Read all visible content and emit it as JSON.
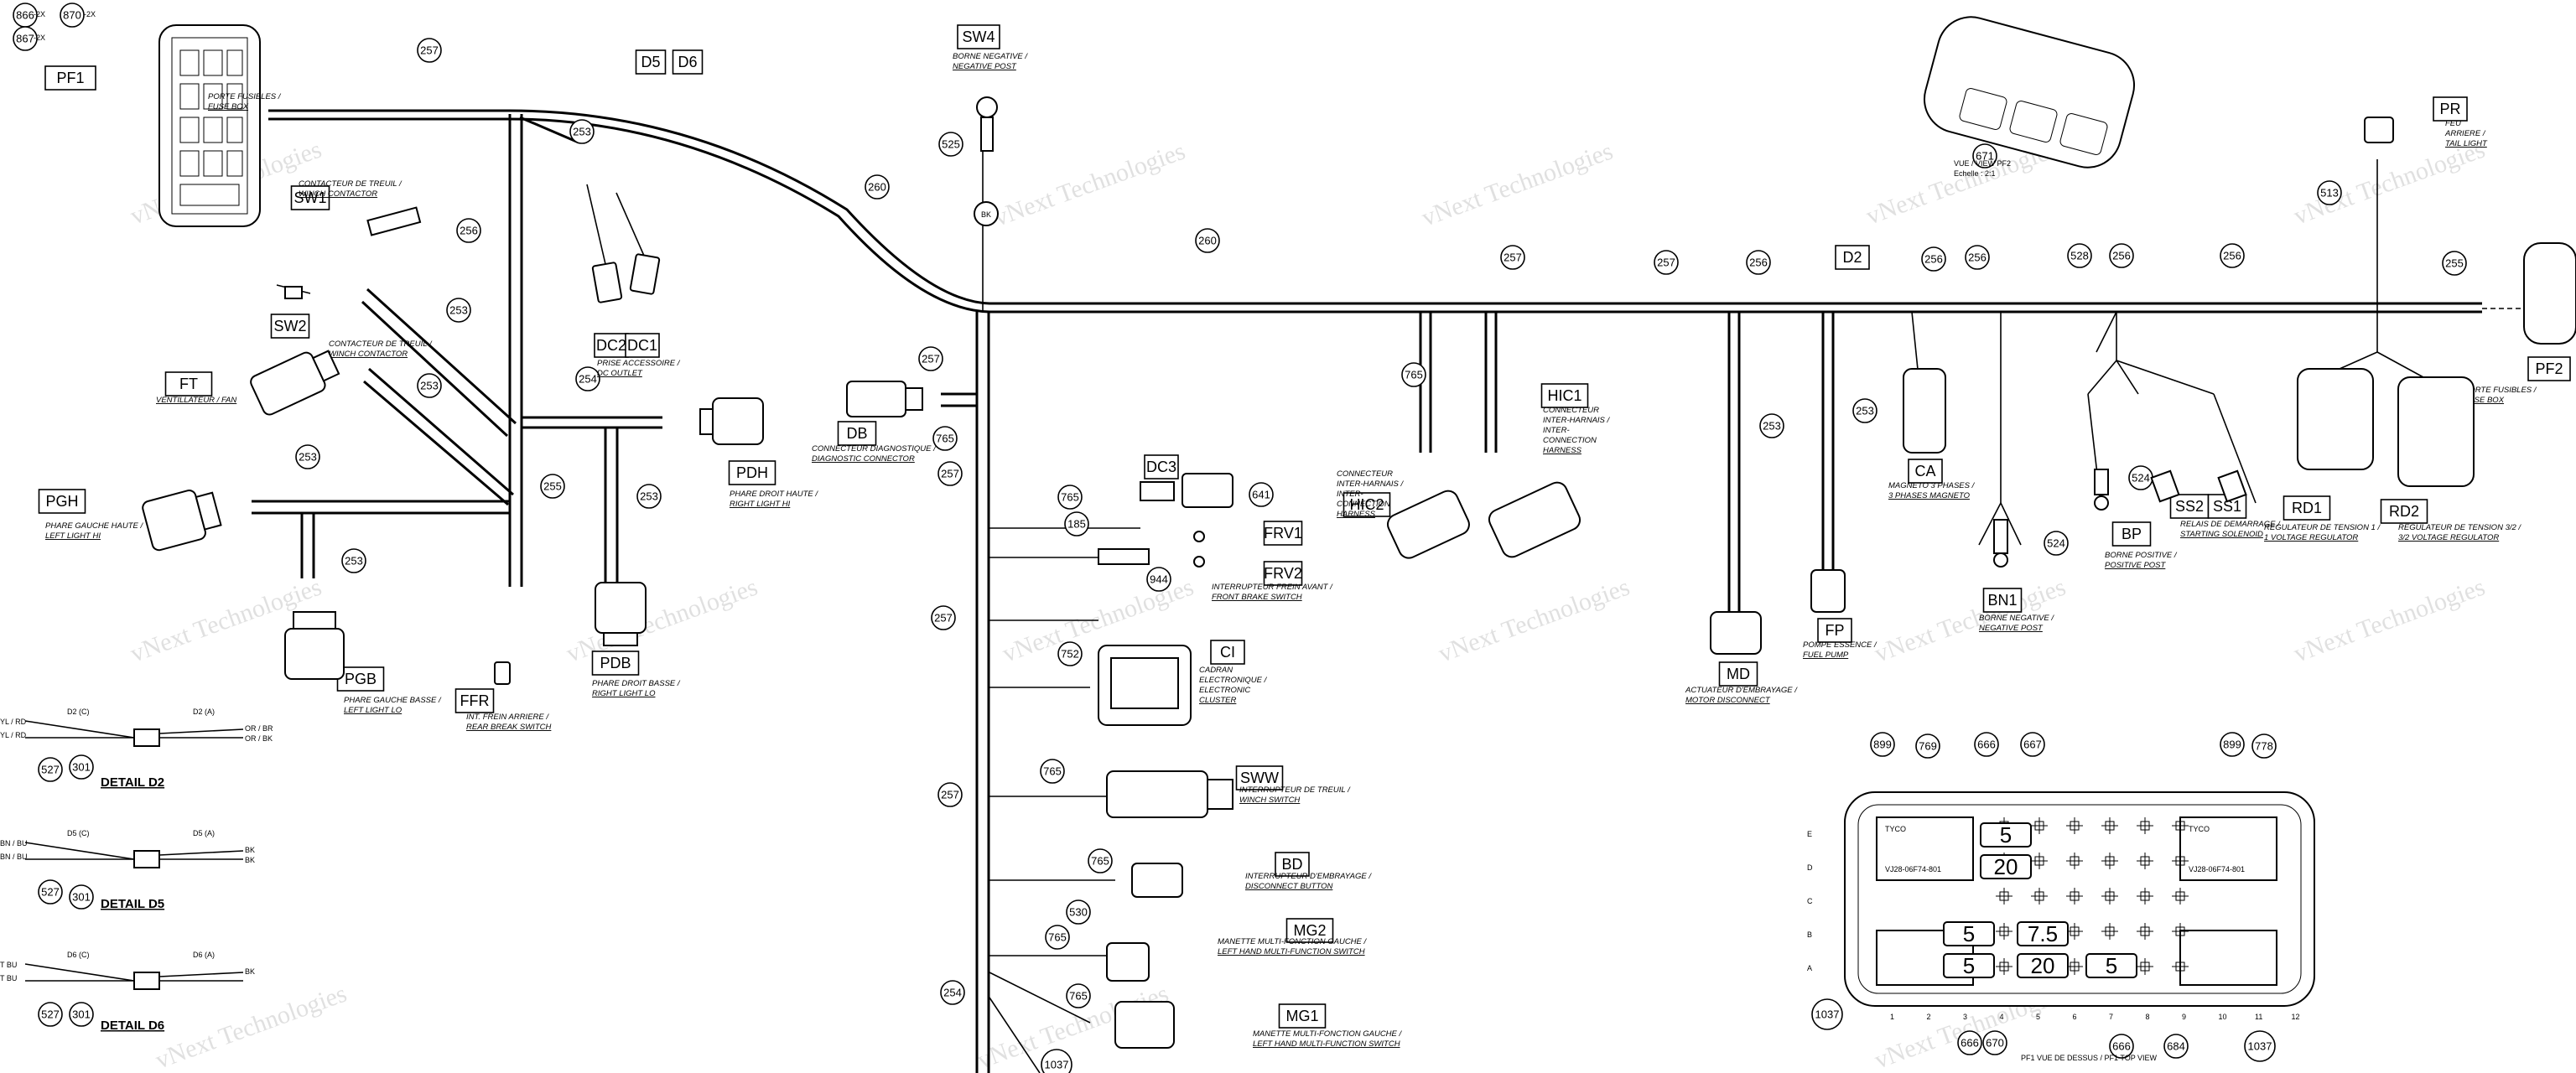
{
  "watermark": "vNext Technologies",
  "connectors": [
    {
      "id": "pf1",
      "code": "PF1",
      "lines": [
        "PORTE FUSIBLES /",
        "FUSE BOX"
      ]
    },
    {
      "id": "ft",
      "code": "FT",
      "lines": [
        "VENTILLATEUR / FAN"
      ]
    },
    {
      "id": "pgh",
      "code": "PGH",
      "lines": [
        "PHARE GAUCHE HAUTE /",
        "LEFT LIGHT HI"
      ]
    },
    {
      "id": "pgb",
      "code": "PGB",
      "lines": [
        "PHARE GAUCHE BASSE /",
        "LEFT LIGHT LO"
      ]
    },
    {
      "id": "pdh",
      "code": "PDH",
      "lines": [
        "PHARE DROIT HAUTE /",
        "RIGHT LIGHT HI"
      ]
    },
    {
      "id": "pdb",
      "code": "PDB",
      "lines": [
        "PHARE DROIT BASSE /",
        "RIGHT LIGHT LO"
      ]
    },
    {
      "id": "ffr",
      "code": "FFR",
      "lines": [
        "INT. FREIN ARRIERE /",
        "REAR BREAK SWITCH"
      ]
    },
    {
      "id": "sw1",
      "code": "SW1",
      "lines": [
        "CONTACTEUR DE TREUIL /",
        "WINCH CONTACTOR"
      ]
    },
    {
      "id": "sw2",
      "code": "SW2",
      "lines": [
        "CONTACTEUR DE TREUIL /",
        "WINCH CONTACTOR"
      ]
    },
    {
      "id": "sw4",
      "code": "SW4",
      "lines": [
        "BORNE NEGATIVE /",
        "NEGATIVE POST"
      ]
    },
    {
      "id": "db",
      "code": "DB",
      "lines": [
        "CONNECTEUR DIAGNOSTIQUE /",
        "DIAGNOSTIC CONNECTOR"
      ]
    },
    {
      "id": "dc",
      "code": "DC2",
      "lines": [
        "PRISE ACCESSOIRE /",
        "DC OUTLET"
      ]
    },
    {
      "id": "dc1",
      "code": "DC1",
      "lines": []
    },
    {
      "id": "d5",
      "code": "D5",
      "lines": []
    },
    {
      "id": "d6",
      "code": "D6",
      "lines": []
    },
    {
      "id": "d2",
      "code": "D2",
      "lines": []
    },
    {
      "id": "dc3",
      "code": "DC3",
      "lines": []
    },
    {
      "id": "frv1",
      "code": "FRV1",
      "lines": []
    },
    {
      "id": "frv2",
      "code": "FRV2",
      "lines": [
        "INTERRUPTEUR FREIN AVANT /",
        "FRONT BRAKE SWITCH"
      ]
    },
    {
      "id": "ci",
      "code": "CI",
      "lines": [
        "CADRAN",
        "ELECTRONIQUE /",
        "ELECTRONIC",
        "CLUSTER"
      ]
    },
    {
      "id": "sww",
      "code": "SWW",
      "lines": [
        "INTERRUPTEUR DE TREUIL /",
        "WINCH SWITCH"
      ]
    },
    {
      "id": "bd",
      "code": "BD",
      "lines": [
        "INTERRUPTEUR D'EMBRAYAGE /",
        "DISCONNECT BUTTON"
      ]
    },
    {
      "id": "mg2",
      "code": "MG2",
      "lines": [
        "MANETTE MULTI-FONCTION GAUCHE /",
        "LEFT HAND MULTI-FUNCTION SWITCH"
      ]
    },
    {
      "id": "mg1",
      "code": "MG1",
      "lines": [
        "MANETTE MULTI-FONCTION GAUCHE /",
        "LEFT HAND MULTI-FUNCTION SWITCH"
      ]
    },
    {
      "id": "hic2",
      "code": "HIC2",
      "lines": [
        "CONNECTEUR",
        "INTER-HARNAIS /",
        "INTER-",
        "CONNECTION",
        "HARNESS"
      ]
    },
    {
      "id": "hic1",
      "code": "HIC1",
      "lines": [
        "CONNECTEUR",
        "INTER-HARNAIS /",
        "INTER-",
        "CONNECTION",
        "HARNESS"
      ]
    },
    {
      "id": "md",
      "code": "MD",
      "lines": [
        "ACTUATEUR D'EMBRAYAGE /",
        "MOTOR DISCONNECT"
      ]
    },
    {
      "id": "fp",
      "code": "FP",
      "lines": [
        "POMPE ESSENCE /",
        "FUEL PUMP"
      ]
    },
    {
      "id": "ca",
      "code": "CA",
      "lines": [
        "MAGNETO 3 PHASES /",
        "3 PHASES MAGNETO"
      ]
    },
    {
      "id": "bp",
      "code": "BP",
      "lines": [
        "BORNE POSITIVE /",
        "POSITIVE POST"
      ]
    },
    {
      "id": "bn1",
      "code": "BN1",
      "lines": [
        "BORNE NEGATIVE /",
        "NEGATIVE POST"
      ]
    },
    {
      "id": "ss2",
      "code": "SS2",
      "lines": []
    },
    {
      "id": "ss1",
      "code": "SS1",
      "lines": [
        "RELAIS DE DEMARRAGE /",
        "STARTING SOLENOID"
      ]
    },
    {
      "id": "rd1",
      "code": "RD1",
      "lines": [
        "REGULATEUR DE TENSION 1 /",
        "1 VOLTAGE REGULATOR"
      ]
    },
    {
      "id": "rd2",
      "code": "RD2",
      "lines": [
        "REGULATEUR DE TENSION 3/2 /",
        "3/2 VOLTAGE REGULATOR"
      ]
    },
    {
      "id": "pr",
      "code": "PR",
      "lines": [
        "FEU",
        "ARRIERE /",
        "TAIL LIGHT"
      ]
    },
    {
      "id": "pf2",
      "code": "PF2",
      "lines": [
        "PORTE FUSIBLES /",
        "FUSE BOX"
      ]
    }
  ],
  "bubbles": {
    "b257a": "257",
    "b253a": "253",
    "b256a": "256",
    "b253b": "253",
    "b253c": "253",
    "b254a": "254",
    "b255a": "255",
    "b253d": "253",
    "b253e": "253",
    "b260a": "260",
    "b260b": "260",
    "b257b": "257",
    "b765a": "765",
    "b257c": "257",
    "b257d": "257",
    "b257e": "257",
    "b257f": "257",
    "b254b": "254",
    "b253f": "253",
    "b257g": "257",
    "b256b": "256",
    "b256c": "256",
    "b256d": "256",
    "b528": "528",
    "b256e": "256",
    "b256f": "256",
    "b255b": "255",
    "b765b": "765",
    "b253g": "253",
    "b253h": "253",
    "b525": "525",
    "b641": "641",
    "b185": "185",
    "b944": "944",
    "b765c": "765",
    "b765d": "765",
    "b765e": "765",
    "b530": "530",
    "b765f": "765",
    "b765g": "765",
    "b752": "752",
    "b524a": "524",
    "b524b": "524",
    "b671": "671",
    "b513": "513",
    "b527a": "527",
    "b301a": "301",
    "b527b": "527",
    "b301b": "301",
    "b527c": "527",
    "b301c": "301",
    "b899a": "899",
    "b769": "769",
    "b666a": "666",
    "b667": "667",
    "b899b": "899",
    "b778": "778",
    "b1037a": "1037",
    "b1037b": "1037",
    "b1037c": "1037",
    "b666b": "666",
    "b670": "670",
    "b666c": "666",
    "b684": "684",
    "b866": "866",
    "b870": "870",
    "b867": "867"
  },
  "small_labels": {
    "bk": "BK",
    "bu": "BU",
    "vue_pf2": "VUE / VIEW PF2",
    "echelle": "Echelle : 2:1",
    "topview": "PF1 VUE DE DESSUS / PF1 TOP VIEW",
    "tyco_a": "TYCO",
    "tyco_b": "TYCO",
    "part_a": "VJ28-06F74-801",
    "part_b": "VJ28-06F74-801",
    "legend_2x_a": "-2X",
    "legend_2x_b": "-2X",
    "legend_2x_c": "-2X"
  },
  "details": [
    {
      "title": "DETAIL D2",
      "left": "D2 (C)",
      "right": "D2 (A)",
      "wires_l": [
        "YL / RD",
        "YL / RD"
      ],
      "wires_r": [
        "OR / BR",
        "OR / BK"
      ]
    },
    {
      "title": "DETAIL D5",
      "left": "D5 (C)",
      "right": "D5 (A)",
      "wires_l": [
        "BN / BU",
        "BN / BU"
      ],
      "wires_r": [
        "BK",
        "BK"
      ]
    },
    {
      "title": "DETAIL D6",
      "left": "D6 (C)",
      "right": "D6 (A)",
      "wires_l": [
        "T BU",
        "T BU"
      ],
      "wires_r": [
        "BK",
        ""
      ]
    }
  ],
  "fusebox": {
    "rows": [
      "E",
      "D",
      "C",
      "B",
      "A"
    ],
    "cols": [
      "1",
      "2",
      "3",
      "4",
      "5",
      "6",
      "7",
      "8",
      "9",
      "10",
      "11",
      "12"
    ],
    "fuses": [
      {
        "id": "f5a",
        "value": "5"
      },
      {
        "id": "f20a",
        "value": "20"
      },
      {
        "id": "f5b",
        "value": "5"
      },
      {
        "id": "f75",
        "value": "7.5"
      },
      {
        "id": "f5c",
        "value": "5"
      },
      {
        "id": "f20b",
        "value": "20"
      },
      {
        "id": "f5d",
        "value": "5"
      }
    ]
  }
}
